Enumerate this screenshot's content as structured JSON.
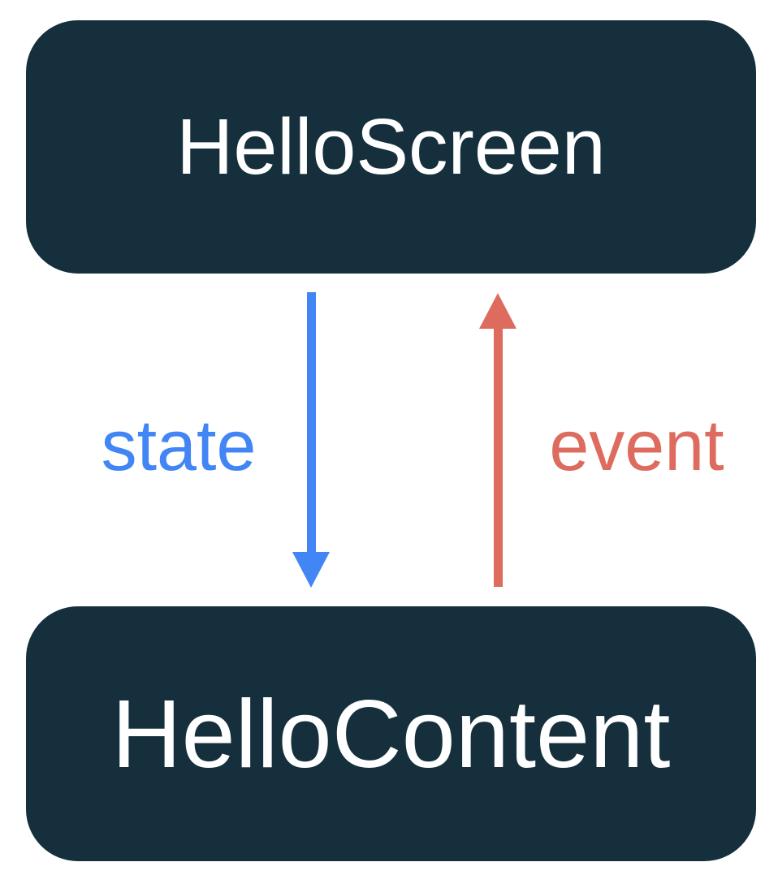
{
  "nodes": [
    {
      "id": "hello-screen",
      "label": "HelloScreen"
    },
    {
      "id": "hello-content",
      "label": "HelloContent"
    }
  ],
  "edges": [
    {
      "label": "state",
      "from": "HelloScreen",
      "to": "HelloContent",
      "direction": "down",
      "color": "#4285F4"
    },
    {
      "label": "event",
      "from": "HelloContent",
      "to": "HelloScreen",
      "direction": "up",
      "color": "#DD6B5E"
    }
  ],
  "colors": {
    "background": "#FFFFFF",
    "box_fill": "#152F3D",
    "box_text": "#FFFFFF",
    "state_color": "#4285F4",
    "event_color": "#DD6B5E"
  }
}
